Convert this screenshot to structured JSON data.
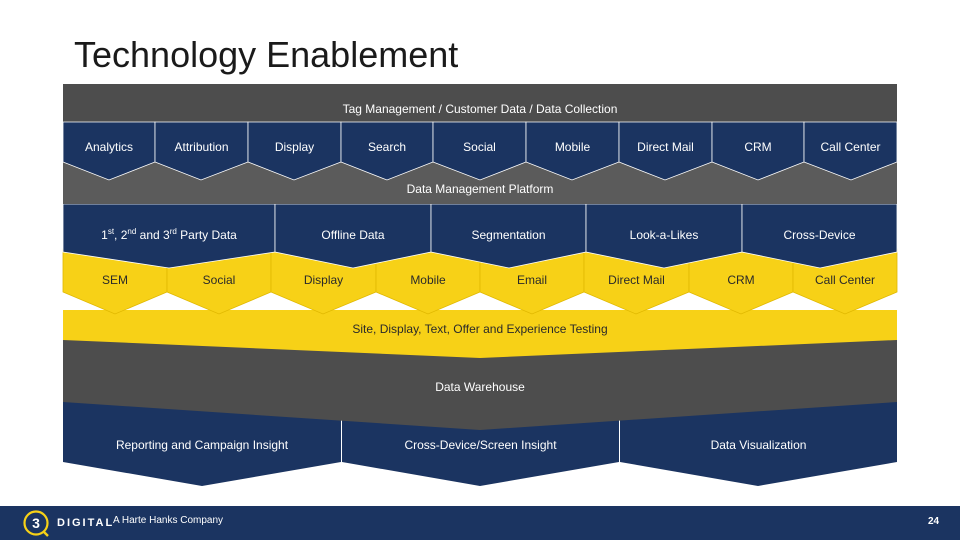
{
  "slide": {
    "title": "Technology Enablement",
    "page_number": "24"
  },
  "footer": {
    "logo_digit": "3",
    "logo_word": "DIGITAL",
    "company": "A Harte Hanks Company"
  },
  "layers": {
    "tag_management": "Tag Management / Customer Data / Data Collection",
    "channels_top": [
      "Analytics",
      "Attribution",
      "Display",
      "Search",
      "Social",
      "Mobile",
      "Direct Mail",
      "CRM",
      "Call Center"
    ],
    "dmp": "Data Management Platform",
    "data_sources": {
      "party_data": {
        "n1": "1",
        "s1": "st",
        "sep1": ", ",
        "n2": "2",
        "s2": "nd",
        "sep2": " and ",
        "n3": "3",
        "s3": "rd",
        "rest": " Party Data"
      },
      "items": [
        "Offline Data",
        "Segmentation",
        "Look-a-Likes",
        "Cross-Device"
      ]
    },
    "channels_mid": [
      "SEM",
      "Social",
      "Display",
      "Mobile",
      "Email",
      "Direct Mail",
      "CRM",
      "Call Center"
    ],
    "testing": "Site, Display, Text, Offer and Experience Testing",
    "warehouse": "Data Warehouse",
    "outputs": [
      "Reporting and Campaign Insight",
      "Cross-Device/Screen Insight",
      "Data Visualization"
    ]
  },
  "colors": {
    "navy": "#1b3461",
    "dark_gray": "#4a4a4a",
    "gray": "#5b5b5b",
    "yellow": "#f7d117",
    "white": "#ffffff"
  }
}
